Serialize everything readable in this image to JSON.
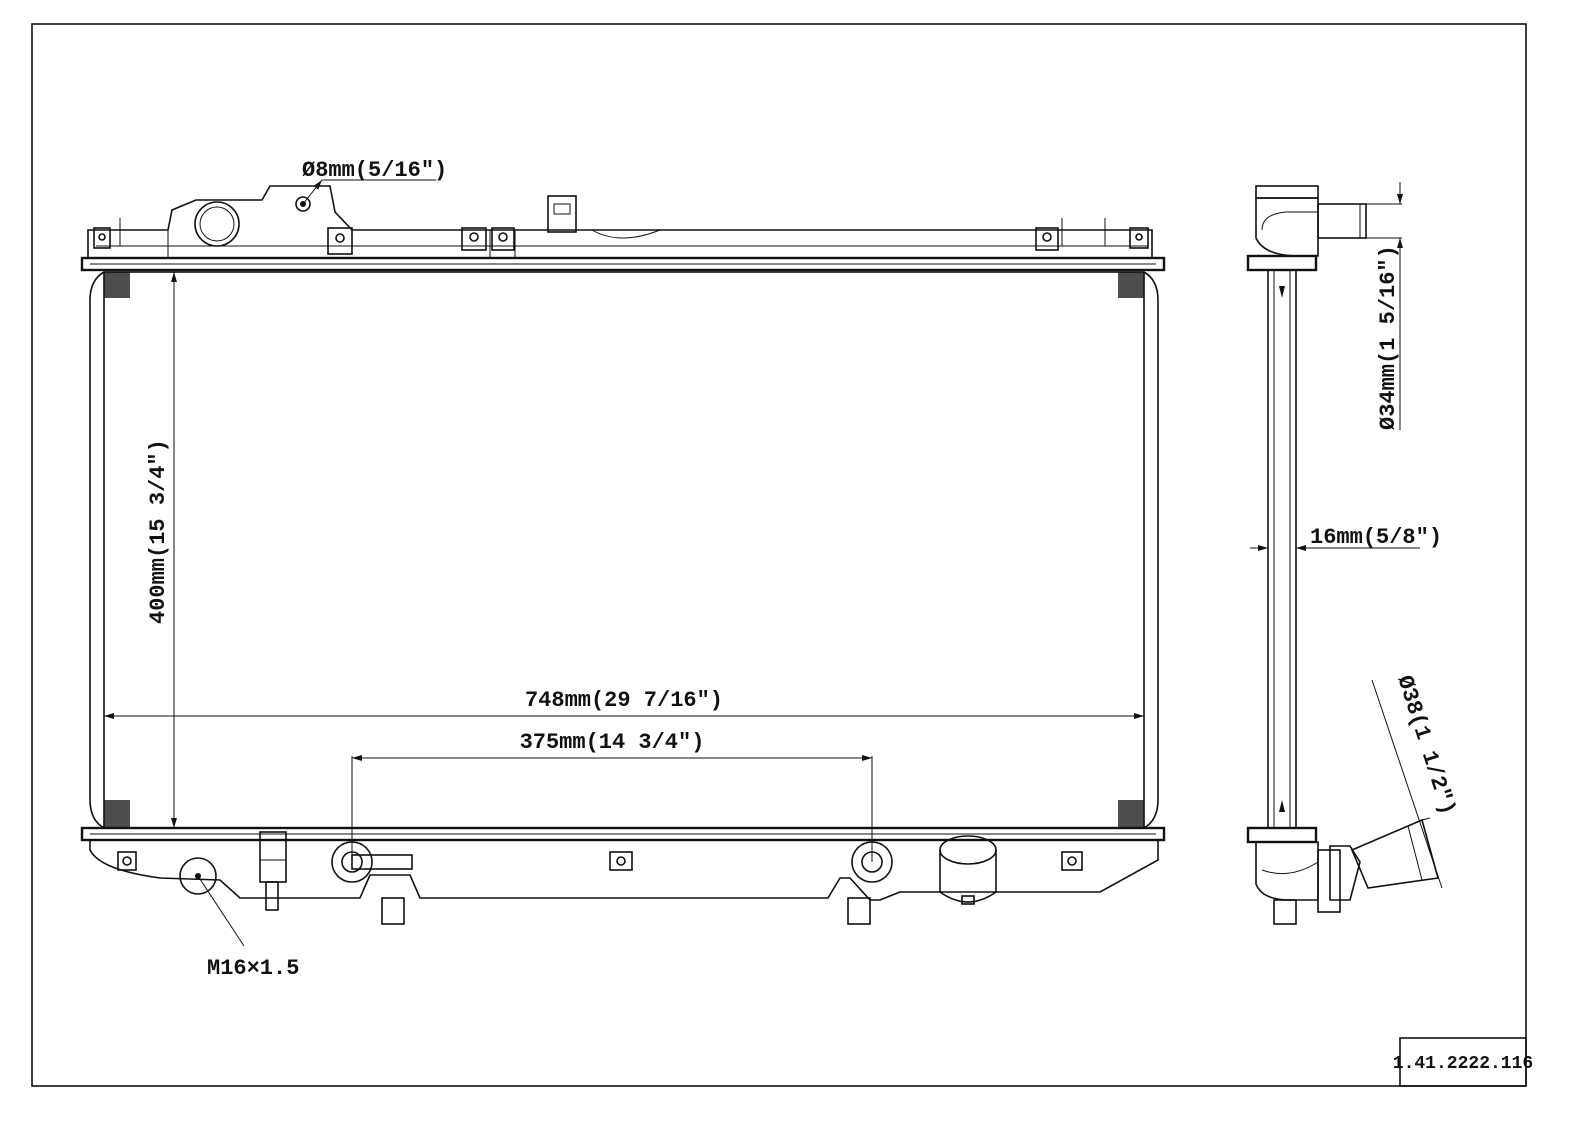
{
  "dimensions": {
    "top_fitting": "Ø8mm(5/16\")",
    "height": "400mm(15 3/4\")",
    "width": "748mm(29 7/16\")",
    "outlet_spacing": "375mm(14 3/4\")",
    "inlet_diameter": "Ø34mm(1 5/16\")",
    "core_thickness": "16mm(5/8\")",
    "outlet_diameter": "Ø38(1 1/2\")",
    "thread": "M16×1.5"
  },
  "part_number": "1.41.2222.116"
}
